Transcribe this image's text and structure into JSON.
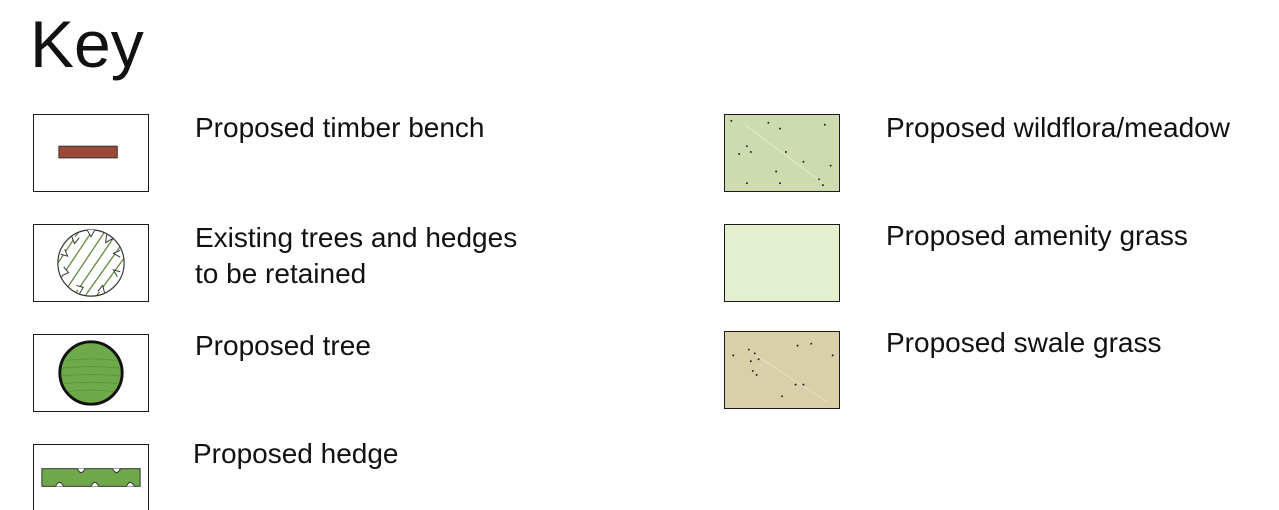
{
  "title": "Key",
  "left_column": [
    {
      "label_lines": [
        "Proposed timber bench"
      ],
      "icon": "timber-bench-icon",
      "color": "#9b4a3a"
    },
    {
      "label_lines": [
        "Existing trees and hedges",
        "to be retained"
      ],
      "icon": "existing-tree-icon",
      "color": "#5e8a3a"
    },
    {
      "label_lines": [
        "Proposed tree"
      ],
      "icon": "proposed-tree-icon",
      "color": "#6eaa4a"
    },
    {
      "label_lines": [
        "Proposed hedge"
      ],
      "icon": "proposed-hedge-icon",
      "color": "#6ea84a"
    }
  ],
  "right_column": [
    {
      "label_lines": [
        "Proposed wildflora/meadow"
      ],
      "icon": "meadow-swatch",
      "color": "#cedbb0"
    },
    {
      "label_lines": [
        "Proposed amenity grass"
      ],
      "icon": "amenity-grass-swatch",
      "color": "#e4efcf"
    },
    {
      "label_lines": [
        "Proposed swale grass"
      ],
      "icon": "swale-grass-swatch",
      "color": "#d9cfa8"
    }
  ]
}
